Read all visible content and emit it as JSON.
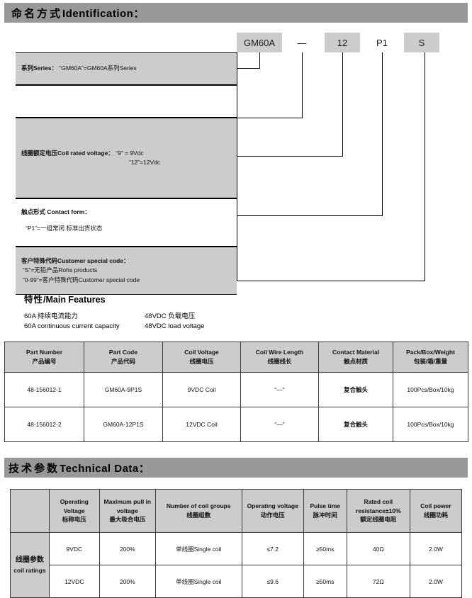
{
  "sections": {
    "identification": {
      "title_cn": "命名方式",
      "title_en": "Identification："
    },
    "technical": {
      "title_cn": "技术参数",
      "title_en": "Technical Data："
    }
  },
  "part_code_segments": [
    {
      "label": "GM60A",
      "boxed": true
    },
    {
      "label": "—",
      "boxed": false
    },
    {
      "label": "12",
      "boxed": true
    },
    {
      "label": "P1",
      "boxed": false
    },
    {
      "label": "S",
      "boxed": true
    }
  ],
  "legend": [
    {
      "key": "series",
      "filled": true,
      "lines": [
        {
          "bold": "系列Series：",
          "rest": "  “GM60A”=GM60A系列Series"
        }
      ]
    },
    {
      "key": "separator",
      "filled": false,
      "lines": []
    },
    {
      "key": "coil_rated_voltage",
      "filled": true,
      "lines": [
        {
          "bold": "线圈额定电压Coil rated voltage：",
          "rest": "  “9” = 9Vdc"
        },
        {
          "bold": "",
          "rest": "“12”=12Vdc"
        }
      ]
    },
    {
      "key": "contact_form",
      "filled": false,
      "lines": [
        {
          "bold": "触点形式 Contact form：",
          "rest": ""
        },
        {
          "bold": "",
          "rest": "“P1”=一组常闭  标准出货状态"
        }
      ]
    },
    {
      "key": "customer_special_code",
      "filled": true,
      "lines": [
        {
          "bold": "客户特殊代码Customer special code：",
          "rest": ""
        },
        {
          "bold": "",
          "rest": "“S”=无铅产品Rohs products"
        },
        {
          "bold": "",
          "rest": "“0-99”=客户特殊代码Customer special code"
        }
      ]
    }
  ],
  "features": {
    "title_cn": "特性",
    "title_en": "/Main Features",
    "rows": [
      {
        "col1": "60A 持续电流能力",
        "col2": "48VDC 负载电压"
      },
      {
        "col1": "60A continuous current capacity",
        "col2": "48VDC load voltage"
      }
    ]
  },
  "part_table": {
    "headers": [
      {
        "en": "Part Number",
        "cn": "产品编号"
      },
      {
        "en": "Part Code",
        "cn": "产品代码"
      },
      {
        "en": "Coil Voltage",
        "cn": "线圈电压"
      },
      {
        "en": "Coil Wire Length",
        "cn": "线圈线长"
      },
      {
        "en": "Contact Material",
        "cn": "触点材质"
      },
      {
        "en": "Pack/Box/Weight",
        "cn": "包装/箱/重量"
      }
    ],
    "rows": [
      [
        "48-156012-1",
        "GM60A-9P1S",
        "9VDC Coil",
        "“—”",
        "复合触头",
        "100Pcs/Box/10kg"
      ],
      [
        "48-156012-2",
        "GM60A-12P1S",
        "12VDC Coil",
        "“—”",
        "复合触头",
        "100Pcs/Box/10kg"
      ]
    ]
  },
  "technical_table": {
    "row_header": {
      "cn": "线圈参数",
      "en": "coil ratings"
    },
    "headers": [
      {
        "en": "Operating Voltage",
        "cn": "标称电压"
      },
      {
        "en": "Maximum pull in voltage",
        "cn": "最大吸合电压"
      },
      {
        "en": "Number of coil groups",
        "cn": "线圈组数"
      },
      {
        "en": "Operating voltage",
        "cn": "动作电压"
      },
      {
        "en": "Pulse time",
        "cn": "脉冲时间"
      },
      {
        "en": "Rated coil resistance±10%",
        "cn": "额定线圈电阻"
      },
      {
        "en": "Coil power",
        "cn": "线圈功耗"
      }
    ],
    "rows": [
      [
        "9VDC",
        "200%",
        "单线圈Single coil",
        "≤7.2",
        "≥50ms",
        "40Ω",
        "2.0W"
      ],
      [
        "12VDC",
        "200%",
        "单线圈Single coil",
        "≤9.6",
        "≥50ms",
        "72Ω",
        "2.0W"
      ]
    ]
  }
}
